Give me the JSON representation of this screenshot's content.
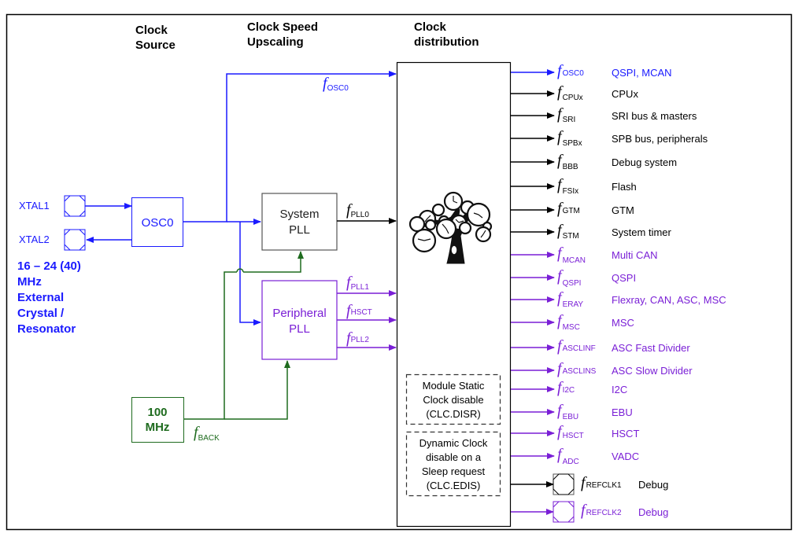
{
  "colors": {
    "blue": "#1a1aff",
    "black": "#000000",
    "purple": "#7a1fd6",
    "green": "#1e6b1e",
    "gray": "#555555"
  },
  "headers": {
    "clock_source": [
      "Clock",
      "Source"
    ],
    "speed_upscaling": [
      "Clock Speed",
      "Upscaling"
    ],
    "distribution": [
      "Clock",
      "distribution"
    ]
  },
  "source": {
    "xtal1": "XTAL1",
    "xtal2": "XTAL2",
    "osc_box": "OSC0",
    "crystal_desc": [
      "16 – 24 (40)",
      "MHz",
      "External",
      "Crystal /",
      "Resonator"
    ],
    "fosc0_label": {
      "f": "f",
      "sub": "OSC0"
    }
  },
  "backup": {
    "box": [
      "100",
      "MHz"
    ],
    "label": {
      "f": "f",
      "sub": "BACK"
    }
  },
  "plls": {
    "system": [
      "System",
      "PLL"
    ],
    "peripheral": [
      "Peripheral",
      "PLL"
    ],
    "pll0": {
      "f": "f",
      "sub": "PLL0"
    },
    "pll1": {
      "f": "f",
      "sub": "PLL1"
    },
    "hsct": {
      "f": "f",
      "sub": "HSCT"
    },
    "pll2": {
      "f": "f",
      "sub": "PLL2"
    }
  },
  "distribution_box": {
    "icon": "clock-tree-icon",
    "static_disable": [
      "Module Static",
      "Clock disable",
      "(CLC.DISR)"
    ],
    "dynamic_disable": [
      "Dynamic Clock",
      "disable on a",
      "Sleep request",
      "(CLC.EDIS)"
    ]
  },
  "outputs": [
    {
      "sub": "OSC0",
      "desc": "QSPI, MCAN",
      "color": "blue"
    },
    {
      "sub": "CPUx",
      "desc": "CPUx",
      "color": "black"
    },
    {
      "sub": "SRI",
      "desc": "SRI bus & masters",
      "color": "black"
    },
    {
      "sub": "SPBx",
      "desc": "SPB bus, peripherals",
      "color": "black"
    },
    {
      "sub": "BBB",
      "desc": "Debug system",
      "color": "black"
    },
    {
      "sub": "FSIx",
      "desc": "Flash",
      "color": "black"
    },
    {
      "sub": "GTM",
      "desc": "GTM",
      "color": "black"
    },
    {
      "sub": "STM",
      "desc": "System timer",
      "color": "black"
    },
    {
      "sub": "MCAN",
      "desc": "Multi CAN",
      "color": "purple"
    },
    {
      "sub": "QSPI",
      "desc": "QSPI",
      "color": "purple"
    },
    {
      "sub": "ERAY",
      "desc": "Flexray, CAN, ASC, MSC",
      "color": "purple"
    },
    {
      "sub": "MSC",
      "desc": "MSC",
      "color": "purple"
    },
    {
      "sub": "ASCLINF",
      "desc": "ASC Fast Divider",
      "color": "purple"
    },
    {
      "sub": "ASCLINS",
      "desc": "ASC Slow Divider",
      "color": "purple"
    },
    {
      "sub": "I2C",
      "desc": "I2C",
      "color": "purple"
    },
    {
      "sub": "EBU",
      "desc": "EBU",
      "color": "purple"
    },
    {
      "sub": "HSCT",
      "desc": "HSCT",
      "color": "purple"
    },
    {
      "sub": "ADC",
      "desc": "VADC",
      "color": "purple"
    },
    {
      "sub": "REFCLK1",
      "desc": "Debug",
      "color": "black",
      "pin": true
    },
    {
      "sub": "REFCLK2",
      "desc": "Debug",
      "color": "purple",
      "pin": true
    }
  ]
}
